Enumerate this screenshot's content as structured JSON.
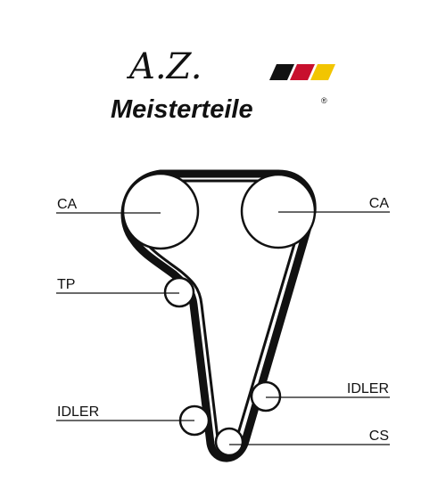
{
  "brand": {
    "initials": "A.Z.",
    "name": "Meisterteile",
    "registered_mark": "®",
    "flag_colors": [
      "#111111",
      "#c8102e",
      "#f2c500"
    ]
  },
  "diagram": {
    "belt_color": "#111111",
    "labels": {
      "cam_left": "CA",
      "cam_right": "CA",
      "tensioner": "TP",
      "idler_left": "IDLER",
      "idler_right": "IDLER",
      "crankshaft": "CS"
    }
  }
}
